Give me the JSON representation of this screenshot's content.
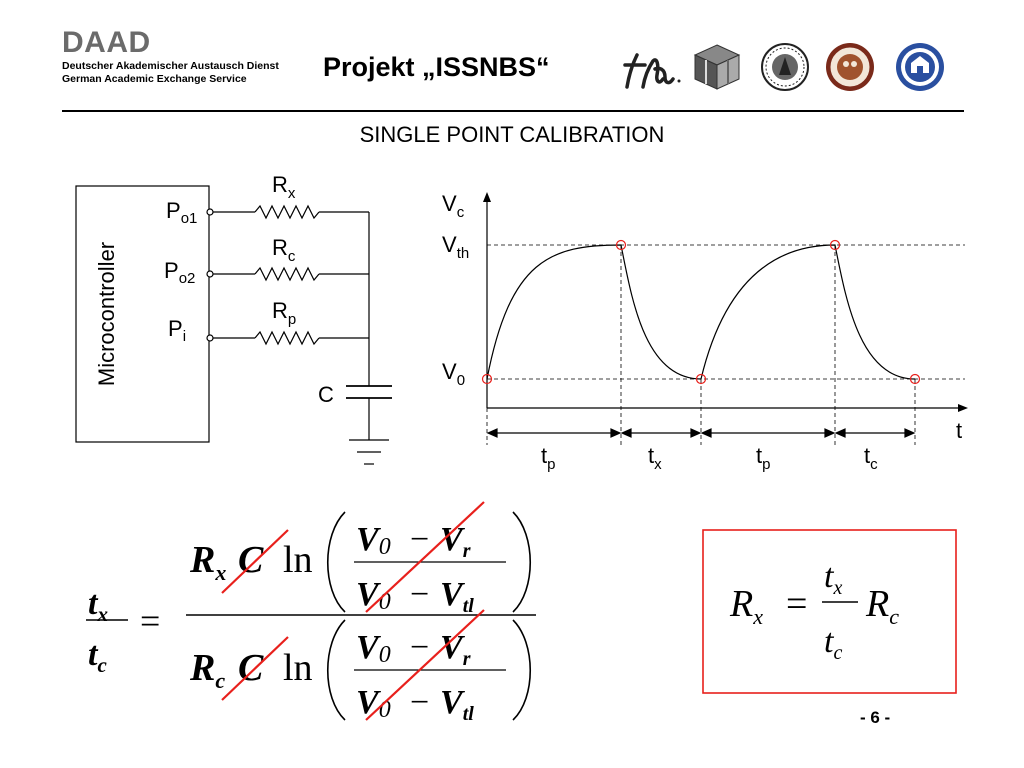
{
  "header": {
    "daad_logo": "DAAD",
    "daad_line1": "Deutscher Akademischer Austausch Dienst",
    "daad_line2": "German Academic Exchange Service",
    "project_title": "Projekt „ISSNBS“",
    "logos": [
      "th-logo",
      "cube-logo",
      "seal-logo-1",
      "seal-logo-2",
      "seal-logo-3"
    ]
  },
  "slide_title": "SINGLE POINT CALIBRATION",
  "circuit": {
    "mcu_label": "Microcontroller",
    "ports": [
      {
        "main": "P",
        "sub": "o1"
      },
      {
        "main": "P",
        "sub": "o2"
      },
      {
        "main": "P",
        "sub": "i"
      }
    ],
    "resistors": [
      {
        "main": "R",
        "sub": "x"
      },
      {
        "main": "R",
        "sub": "c"
      },
      {
        "main": "R",
        "sub": "p"
      }
    ],
    "capacitor": "C"
  },
  "waveform": {
    "y_axis": {
      "main": "V",
      "sub": "c"
    },
    "x_axis": "t",
    "levels": [
      {
        "main": "V",
        "sub": "th"
      },
      {
        "main": "V",
        "sub": "0"
      }
    ],
    "intervals": [
      {
        "main": "t",
        "sub": "p"
      },
      {
        "main": "t",
        "sub": "x"
      },
      {
        "main": "t",
        "sub": "p"
      },
      {
        "main": "t",
        "sub": "c"
      }
    ]
  },
  "equation_left": {
    "lhs_num": {
      "main": "t",
      "sub": "x"
    },
    "lhs_den": {
      "main": "t",
      "sub": "c"
    },
    "equals": "=",
    "num_R": {
      "main": "R",
      "sub": "x"
    },
    "den_R": {
      "main": "R",
      "sub": "c"
    },
    "C": "C",
    "ln": "ln",
    "V": "V",
    "V0_sub": "0",
    "minus": "−",
    "Vr_sub": "r",
    "Vtl_sub": "tl"
  },
  "equation_right": {
    "lhs": {
      "main": "R",
      "sub": "x"
    },
    "equals": "=",
    "frac_num": {
      "main": "t",
      "sub": "x"
    },
    "frac_den": {
      "main": "t",
      "sub": "c"
    },
    "rhs": {
      "main": "R",
      "sub": "c"
    },
    "box_color": "#e8201c"
  },
  "strike_color": "#e8201c",
  "page_number": "- 6 -"
}
